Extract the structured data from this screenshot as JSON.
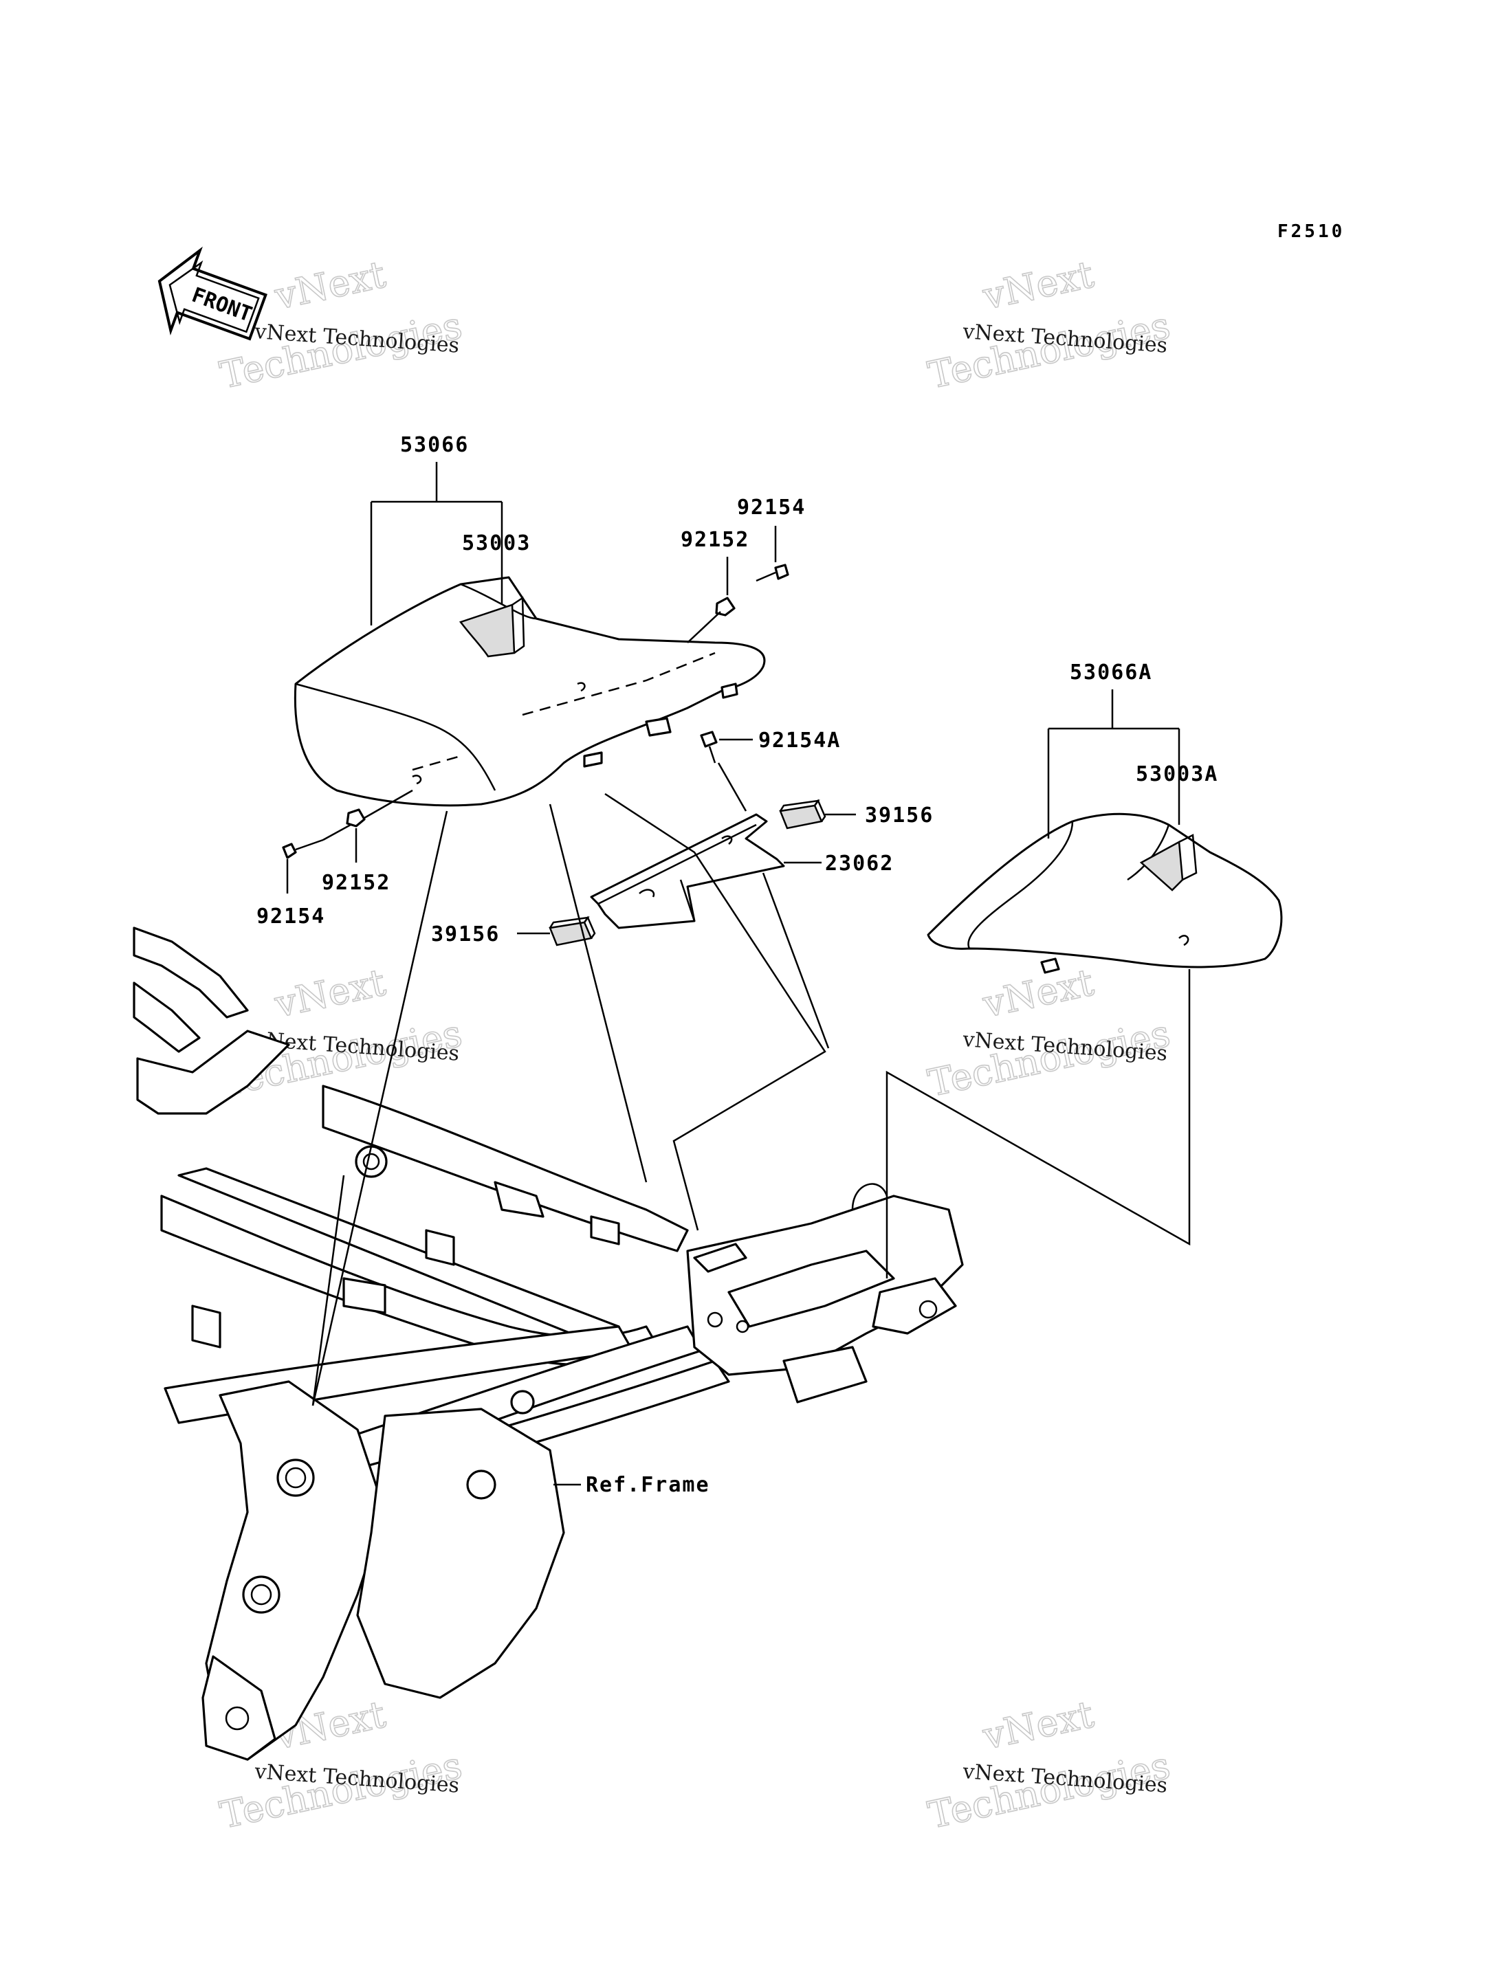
{
  "diagram_code": "F2510",
  "front_label": "FRONT",
  "watermark": {
    "line1": "vNext Technologies",
    "line2": "vNext",
    "line3": "Technologies"
  },
  "parts": {
    "seat_assy": "53066",
    "seat_cover": "53003",
    "bolt_top_right": "92154",
    "collar_top_right": "92152",
    "bolt_center": "92154A",
    "damper_right": "39156",
    "bracket": "23062",
    "damper_left": "39156",
    "collar_left": "92152",
    "bolt_left": "92154",
    "rear_seat_assy": "53066A",
    "rear_seat_cover": "53003A",
    "frame_ref": "Ref.Frame"
  }
}
